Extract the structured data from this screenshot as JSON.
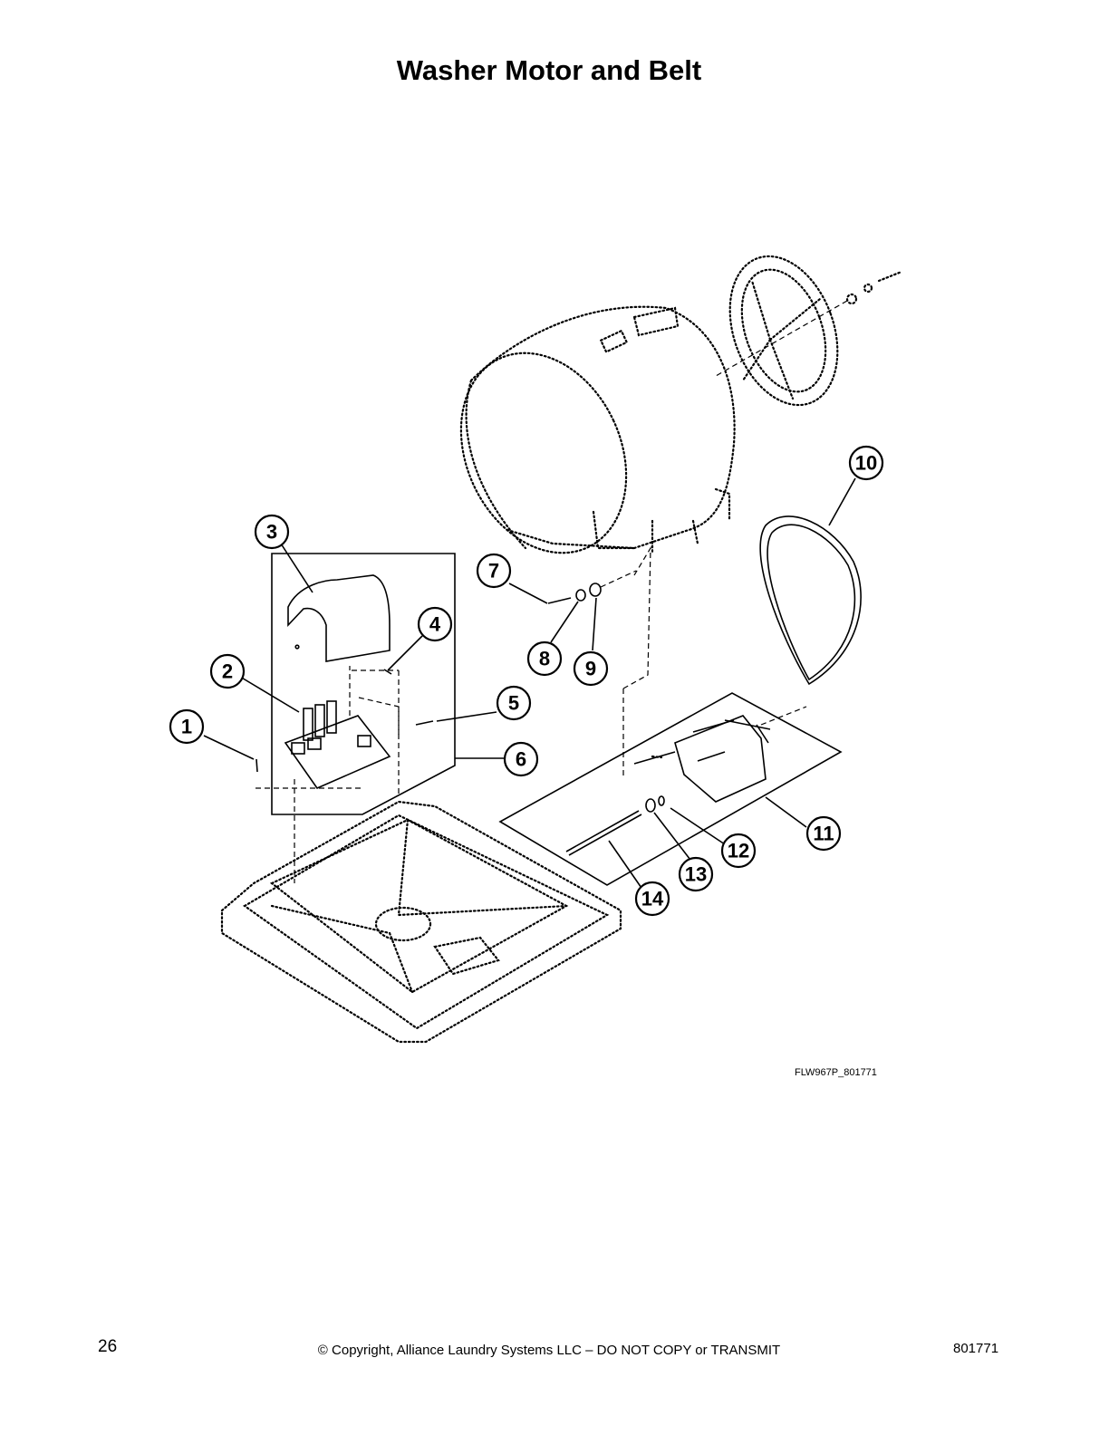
{
  "title": "Washer Motor and Belt",
  "figure_id": "FLW967P_801771",
  "callouts": [
    "1",
    "2",
    "3",
    "4",
    "5",
    "6",
    "7",
    "8",
    "9",
    "10",
    "11",
    "12",
    "13",
    "14"
  ],
  "footer": {
    "page_number": "26",
    "copyright": "© Copyright, Alliance Laundry Systems LLC – DO NOT COPY or TRANSMIT",
    "doc_number": "801771"
  }
}
